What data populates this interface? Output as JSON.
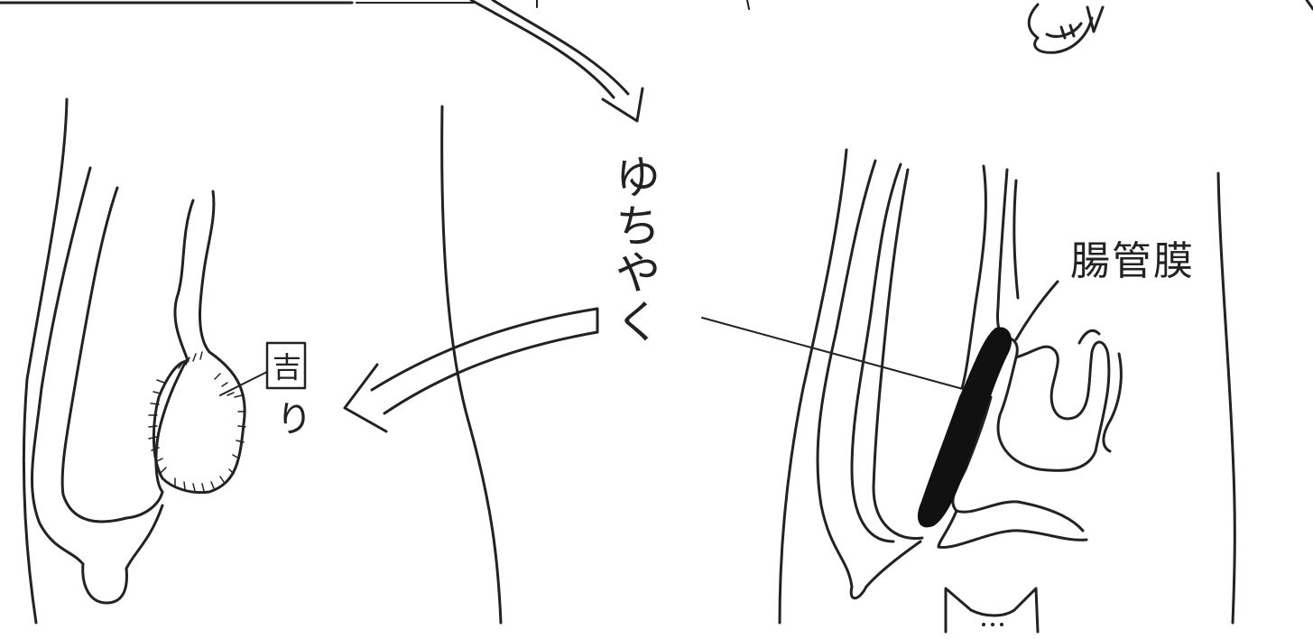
{
  "labels": {
    "mesentery_kanji": "腸管膜",
    "yuchaku_chars": [
      "ゆ",
      "ち",
      "や",
      "く"
    ],
    "kanji_glyph": "吉",
    "ri_char": "り"
  },
  "colors": {
    "ink": "#222222",
    "dark_fill": "#111111",
    "background": "#ffffff"
  }
}
